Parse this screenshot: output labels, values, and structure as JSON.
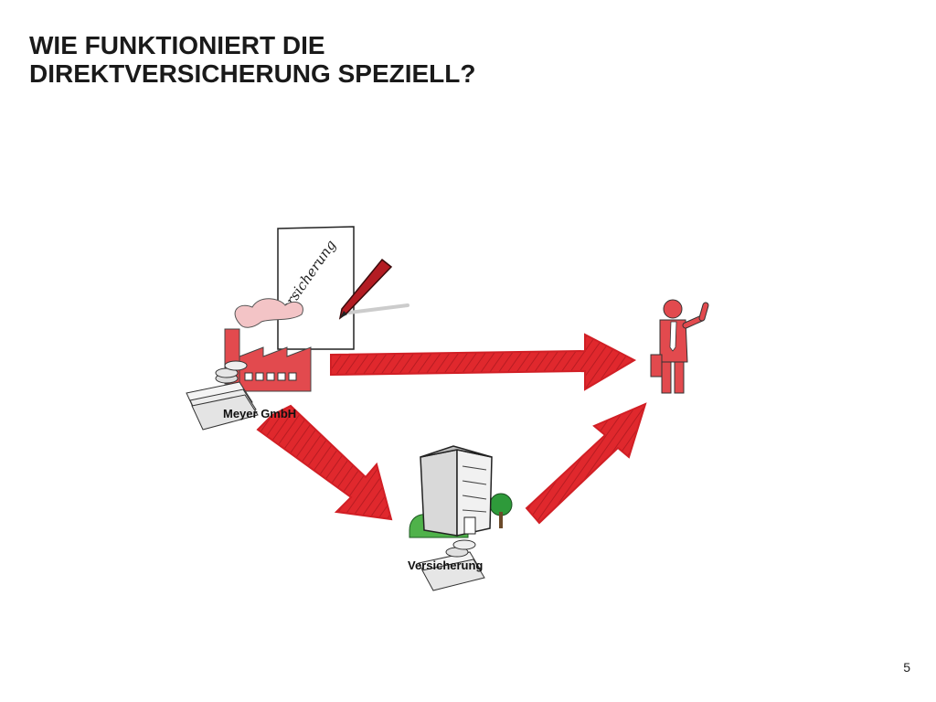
{
  "slide": {
    "title_line1": "WIE FUNKTIONIERT DIE",
    "title_line2": "DIREKTVERSICHERUNG SPEZIELL?",
    "page_number": "5"
  },
  "diagram": {
    "employer_label": "Meyer GmbH",
    "insurer_label": "Versicherung",
    "contract_text": "Versicherung",
    "icons": [
      "factory-icon",
      "contract-document-icon",
      "pen-icon",
      "money-stack-icon",
      "insurance-building-icon",
      "employee-person-icon"
    ],
    "arrows": [
      "employer-to-employee",
      "employer-to-insurer",
      "insurer-to-employee"
    ],
    "colors": {
      "accent": "#e0282d",
      "tree_green": "#2e9a3a",
      "building_grey": "#d8d8d8"
    }
  }
}
